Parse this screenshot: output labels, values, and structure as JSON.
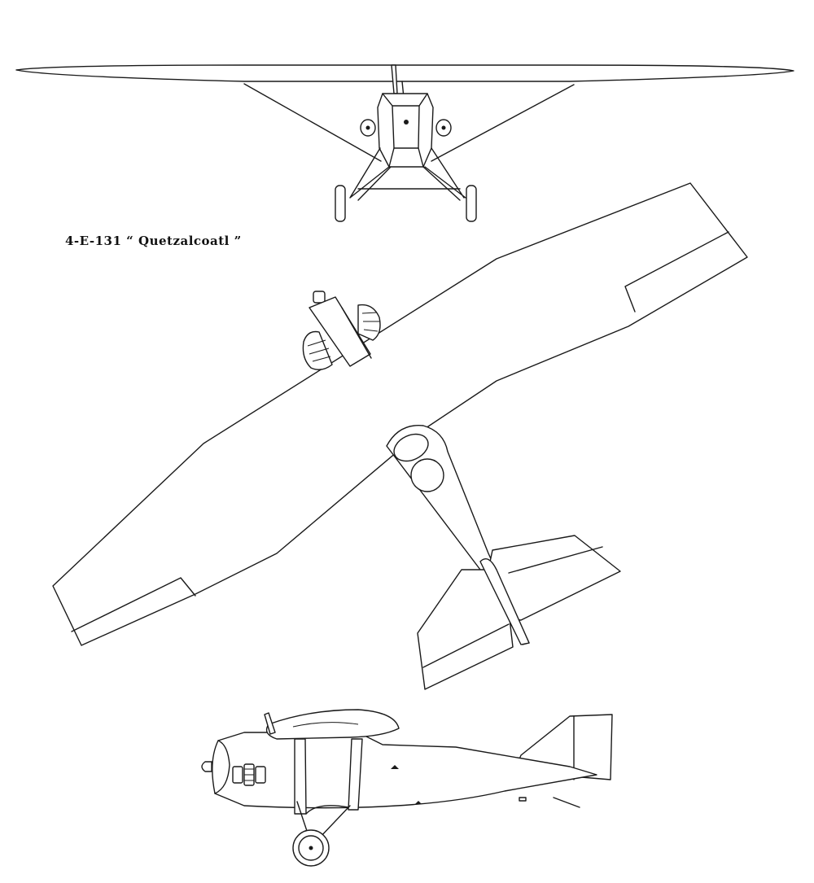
{
  "designation": "4-E-131",
  "aircraft_name": "“ Quetzalcoatl ”",
  "views": [
    "front-view",
    "top-view",
    "side-view"
  ],
  "colors": {
    "line": "#1a1a1a",
    "background": "#ffffff"
  }
}
